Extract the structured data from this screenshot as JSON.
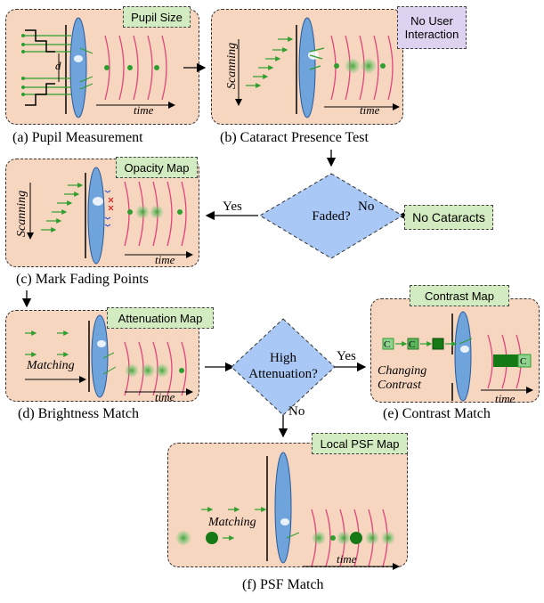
{
  "panels": {
    "a": {
      "tag": "Pupil Size",
      "caption": "(a) Pupil Measurement",
      "time": "time",
      "d": "d"
    },
    "b": {
      "tag": "No User Interaction",
      "caption": "(b) Cataract Presence Test",
      "time": "time",
      "scan": "Scanning"
    },
    "c": {
      "tag": "Opacity Map",
      "caption": "(c) Mark Fading Points",
      "time": "time",
      "scan": "Scanning"
    },
    "d": {
      "tag": "Attenuation Map",
      "caption": "(d) Brightness Match",
      "time": "time",
      "matching": "Matching"
    },
    "e": {
      "tag": "Contrast Map",
      "caption": "(e) Contrast Match",
      "time": "time",
      "changing": "Changing",
      "contrast": "Contrast",
      "c": "C"
    },
    "f": {
      "tag": "Local PSF Map",
      "caption": "(f) PSF Match",
      "time": "time",
      "matching": "Matching"
    }
  },
  "decisions": {
    "faded": {
      "label": "Faded?",
      "yes": "Yes",
      "no": "No"
    },
    "attenuation": {
      "label_line1": "High",
      "label_line2": "Attenuation?",
      "yes": "Yes",
      "no": "No"
    }
  },
  "no_cataracts": "No Cataracts",
  "colors": {
    "panel": "#f7d6c0",
    "tag_green": "#d3ebc0",
    "tag_purple": "#ddd3f0",
    "diamond": "#a9c8f5",
    "lens": "#6fa3dc",
    "wave": "#e0457b",
    "ray": "#2e9e2e"
  }
}
